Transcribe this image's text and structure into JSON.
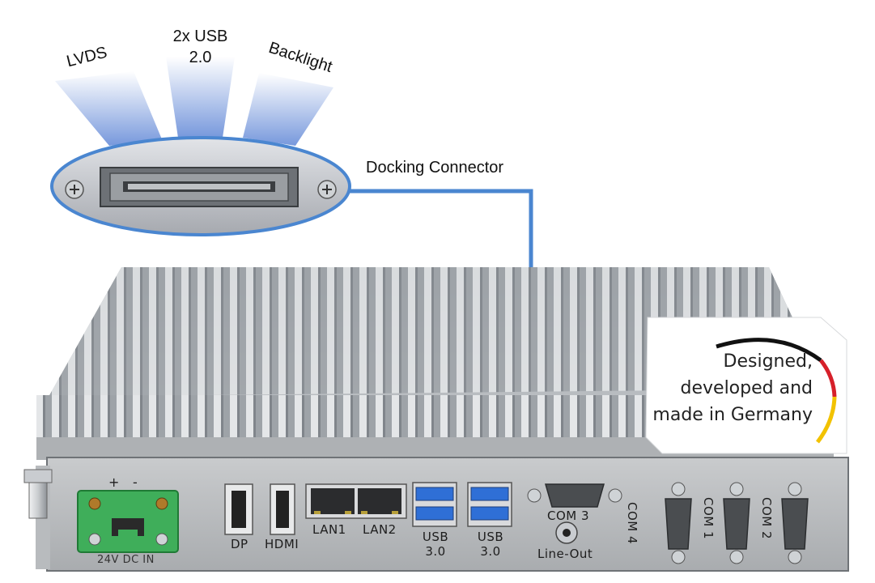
{
  "callouts": {
    "lvds": "LVDS",
    "usb2_line1": "2x USB",
    "usb2_line2": "2.0",
    "backlight": "Backlight",
    "docking": "Docking Connector"
  },
  "ports": {
    "power_plus": "+",
    "power_minus": "-",
    "power": "24V DC IN",
    "dp": "DP",
    "hdmi": "HDMI",
    "lan1": "LAN1",
    "lan2": "LAN2",
    "usb3a_line1": "USB",
    "usb3a_line2": "3.0",
    "usb3b_line1": "USB",
    "usb3b_line2": "3.0",
    "com3": "COM 3",
    "lineout": "Line-Out",
    "com4": "COM 4",
    "com1": "COM 1",
    "com2": "COM 2"
  },
  "badge": {
    "line1": "Designed,",
    "line2": "developed and",
    "line3": "made in Germany"
  },
  "colors": {
    "accent_blue": "#4a86d0",
    "flag_black": "#111111",
    "flag_red": "#d6202a",
    "flag_gold": "#f2c200",
    "terminal_green": "#3fae5a",
    "usb3_blue": "#2f6fd6"
  }
}
